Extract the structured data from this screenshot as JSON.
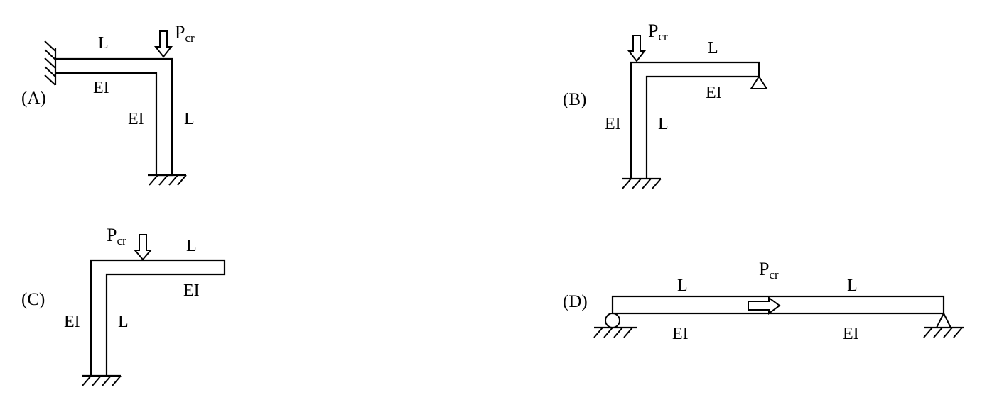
{
  "panels": {
    "a": {
      "label": "(A)",
      "beam_length": "L",
      "beam_stiffness": "EI",
      "column_stiffness": "EI",
      "column_length": "L",
      "load": "P",
      "load_sub": "cr"
    },
    "b": {
      "label": "(B)",
      "beam_length": "L",
      "beam_stiffness": "EI",
      "column_stiffness": "EI",
      "column_length": "L",
      "load": "P",
      "load_sub": "cr"
    },
    "c": {
      "label": "(C)",
      "beam_length": "L",
      "beam_stiffness": "EI",
      "column_stiffness": "EI",
      "column_length": "L",
      "load": "P",
      "load_sub": "cr"
    },
    "d": {
      "label": "(D)",
      "left_length": "L",
      "right_length": "L",
      "left_stiffness": "EI",
      "right_stiffness": "EI",
      "load": "P",
      "load_sub": "cr"
    }
  }
}
